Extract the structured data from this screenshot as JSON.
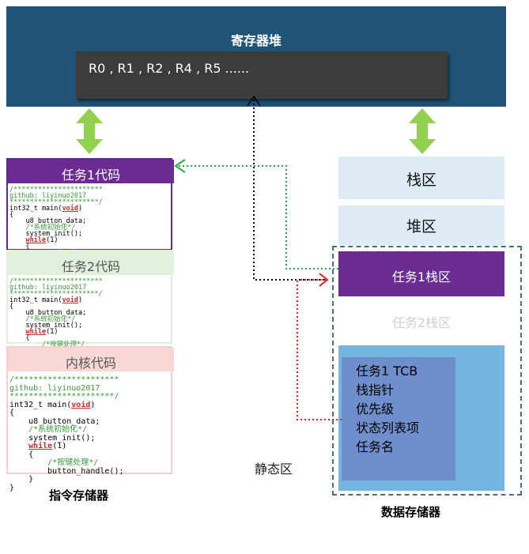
{
  "register_heap": {
    "title": "寄存器堆",
    "registers": "R0 , R1 , R2 , R4 , R5 ......"
  },
  "instruction_memory": {
    "label": "指令存储器",
    "panels": [
      {
        "title": "任务1代码",
        "color": "#6a2c91"
      },
      {
        "title": "任务2代码",
        "color": "#e1f0dc"
      },
      {
        "title": "内核代码",
        "color": "#f8d7d7"
      }
    ],
    "code": {
      "stars": "/**********************",
      "github": "github: liyinuo2017",
      "stars2": "**********************/",
      "main": "int32_t main(",
      "void": "void",
      "close_paren": ")",
      "open_brace": "{",
      "decl": "    u8 button_data;",
      "comment_init": "    /*系统初始化*/",
      "sys_init": "    system_init();",
      "while": "while",
      "while_arg": "(1)",
      "brace_in": "    {",
      "comment_key": "        /*按键处理*/",
      "handle": "        button_handle();",
      "brace_in_close": "    }",
      "close_brace": "}"
    }
  },
  "data_memory": {
    "label": "数据存储器",
    "stack_zone": "栈区",
    "heap_zone": "堆区",
    "task1_stack": "任务1栈区",
    "task2_stack": "任务2栈区",
    "static_zone": "静态区",
    "tcb": {
      "title": "任务1 TCB",
      "fields": [
        "栈指针",
        "优先级",
        "状态列表项",
        "任务名"
      ]
    }
  },
  "colors": {
    "register_bg": "#1f5478",
    "task_purple": "#6a2c91",
    "arrow_green": "#92d050",
    "stack_blue": "#dcebf5",
    "static_blue": "#74b6e0",
    "tcb_blue": "#6e8fcb",
    "link_green": "#22aa44",
    "link_red": "#e02020",
    "link_black": "#000000"
  }
}
